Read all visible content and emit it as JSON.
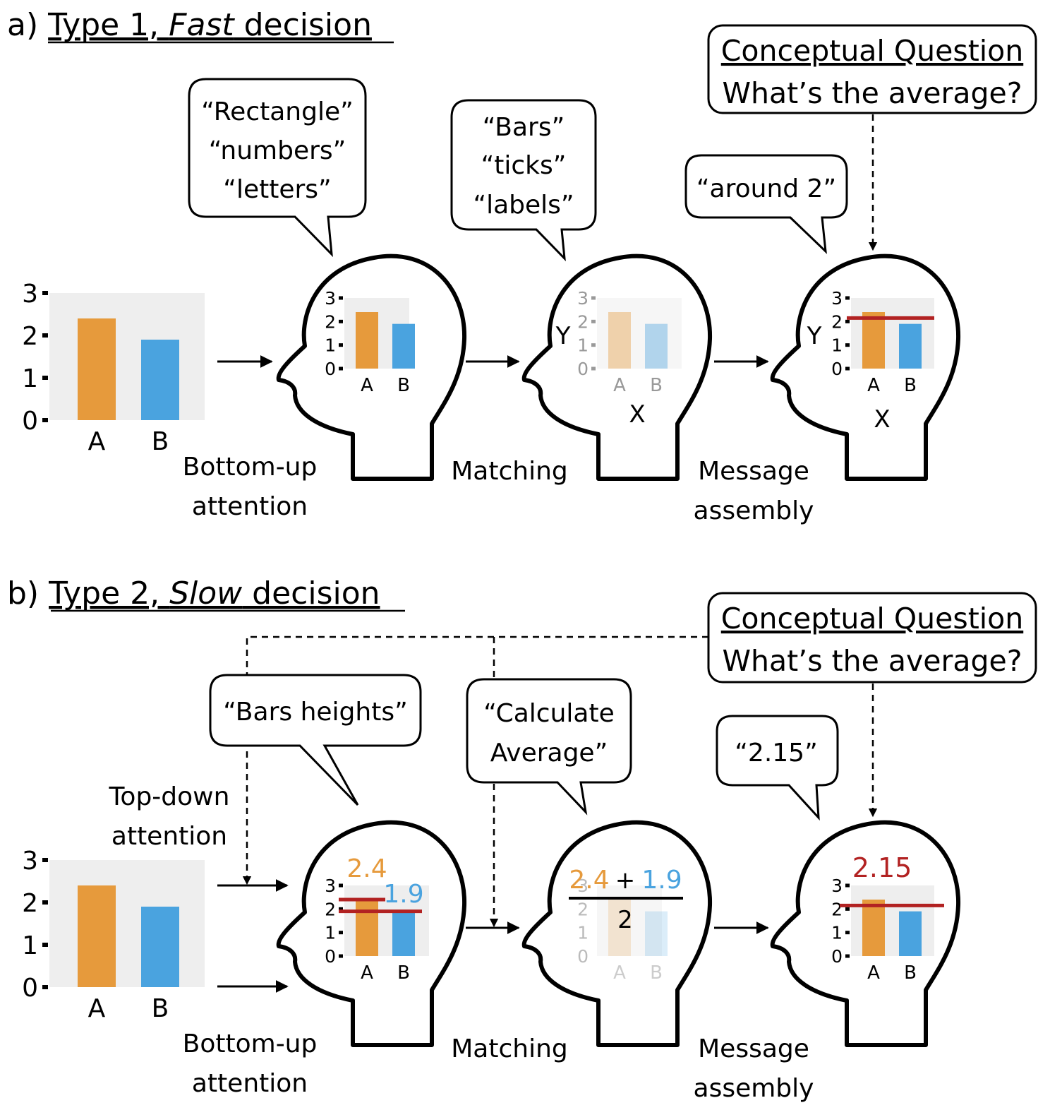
{
  "panel_a": {
    "title_prefix": "a) ",
    "title_plain": "Type 1, ",
    "title_italic": "Fast",
    "title_suffix": " decision",
    "bubbles": {
      "attention": [
        "“Rectangle”",
        "“numbers”",
        "“letters”"
      ],
      "matching": [
        "“Bars”",
        "“ticks”",
        "“labels”"
      ],
      "message": [
        "“around 2”"
      ]
    },
    "question": {
      "heading": "Conceptual Question",
      "text": "What’s the average?"
    },
    "stages": {
      "attention": [
        "Bottom-up",
        "attention"
      ],
      "matching": [
        "Matching"
      ],
      "message": [
        "Message",
        "assembly"
      ]
    },
    "axis_letters": {
      "y": "Y",
      "x": "X"
    }
  },
  "panel_b": {
    "title_prefix": "b) ",
    "title_plain": "Type 2, ",
    "title_italic": "Slow",
    "title_suffix": " decision",
    "bubbles": {
      "attention": [
        "“Bars heights”"
      ],
      "matching": [
        "“Calculate",
        "Average”"
      ],
      "message": [
        "“2.15”"
      ]
    },
    "question": {
      "heading": "Conceptual Question",
      "text": "What’s the average?"
    },
    "stages": {
      "topdown": [
        "Top-down",
        "attention"
      ],
      "attention": [
        "Bottom-up",
        "attention"
      ],
      "matching": [
        "Matching"
      ],
      "message": [
        "Message",
        "assembly"
      ]
    },
    "values": {
      "a": "2.4",
      "b": "1.9",
      "plus": "+",
      "divisor": "2",
      "result": "2.15"
    }
  },
  "chart_data": {
    "type": "bar",
    "categories": [
      "A",
      "B"
    ],
    "values": [
      2.4,
      1.9
    ],
    "ylim": [
      0,
      3
    ],
    "yticks": [
      "0",
      "1",
      "2",
      "3"
    ],
    "average": 2.15,
    "colors": {
      "A": "#E69A3C",
      "B": "#4AA3DF",
      "average_line": "#B22222",
      "background": "#EEEEEE"
    }
  }
}
